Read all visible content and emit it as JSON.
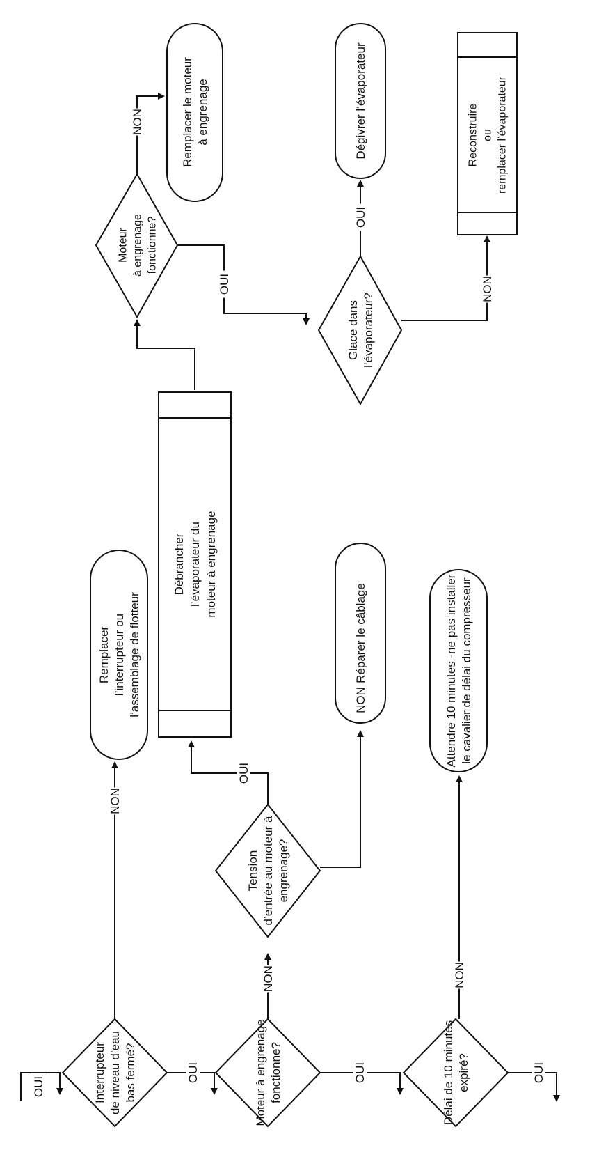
{
  "nodes": {
    "d1": [
      "Interrupteur",
      "de niveau d’eau",
      "bas fermé?"
    ],
    "d2": [
      "Moteur à engrenage",
      "fonctionne?"
    ],
    "d3": [
      "Délai de 10 minutes",
      "expiré?"
    ],
    "r1": [
      "Remplacer",
      "l’interrupteur ou",
      "l’assemblage de flotteur"
    ],
    "d4": [
      "Tension",
      "d’entrée au moteur à",
      "engrenage?"
    ],
    "r2": [
      "Attendre 10 minutes -ne pas installer",
      "le cavalier de délai du compresseur"
    ],
    "r3": [
      "Réparer le câblage"
    ],
    "p1": [
      "Débrancher",
      "l’évaporateur du",
      "moteur à engrenage"
    ],
    "d5": [
      "Moteur",
      "à engrenage",
      "fonctionne?"
    ],
    "d6": [
      "Glace dans",
      "l’évaporateur?"
    ],
    "r4": [
      "Remplacer le moteur",
      "à engrenage"
    ],
    "r5": [
      "Dégivrer l’évaporateur"
    ],
    "p2": [
      "Reconstruire",
      "ou",
      "remplacer l’évaporateur"
    ]
  },
  "edge_labels": {
    "oui": "OUI",
    "non": "NON"
  },
  "colors": {
    "stroke": "#111111",
    "background": "#ffffff"
  }
}
